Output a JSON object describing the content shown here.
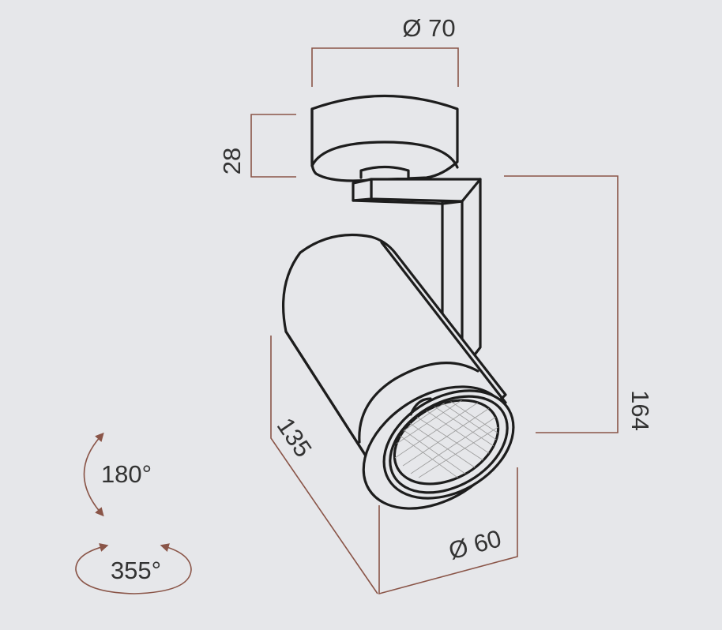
{
  "dimensions": {
    "base_diameter": "Ø 70",
    "base_height": "28",
    "total_height": "164",
    "body_length": "135",
    "head_diameter": "Ø 60"
  },
  "rotation": {
    "tilt": "180°",
    "pan": "355°"
  },
  "colors": {
    "background": "#e6e7ea",
    "outline": "#1d1d1d",
    "dimension": "#8a5548"
  }
}
